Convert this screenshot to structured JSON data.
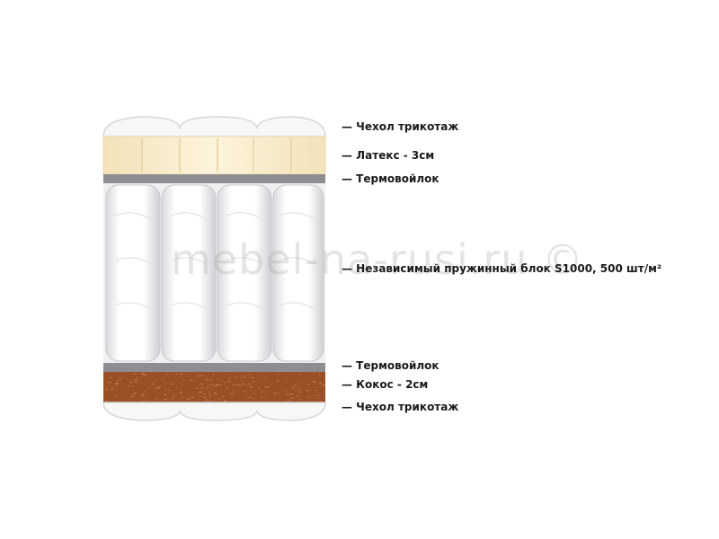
{
  "colors": {
    "cover_fill": "#f7f7f7",
    "cover_stroke": "#d6d6d6",
    "latex_fill": "#fbf0d5",
    "latex_line": "#ead9ae",
    "felt": "#8e8e92",
    "spring_bg": "#f0f0f2",
    "spring_cylinder": "#ffffff",
    "coconut": "#9b4f26",
    "coconut_fleck": "#c98a5a",
    "text": "#1a1a1a"
  },
  "layers": [
    {
      "id": "cover-top",
      "label": "— Чехол трикотаж"
    },
    {
      "id": "latex",
      "label": "— Латекс - 3см"
    },
    {
      "id": "felt-top",
      "label": "— Термовойлок"
    },
    {
      "id": "spring-block",
      "label": "— Независимый пружинный блок S1000, 500 шт/м²"
    },
    {
      "id": "felt-bottom",
      "label": "— Термовойлок"
    },
    {
      "id": "coconut",
      "label": "— Кокос - 2см"
    },
    {
      "id": "cover-bottom",
      "label": "— Чехол трикотаж"
    }
  ],
  "watermark": "mebel-na-rusi.ru ©"
}
